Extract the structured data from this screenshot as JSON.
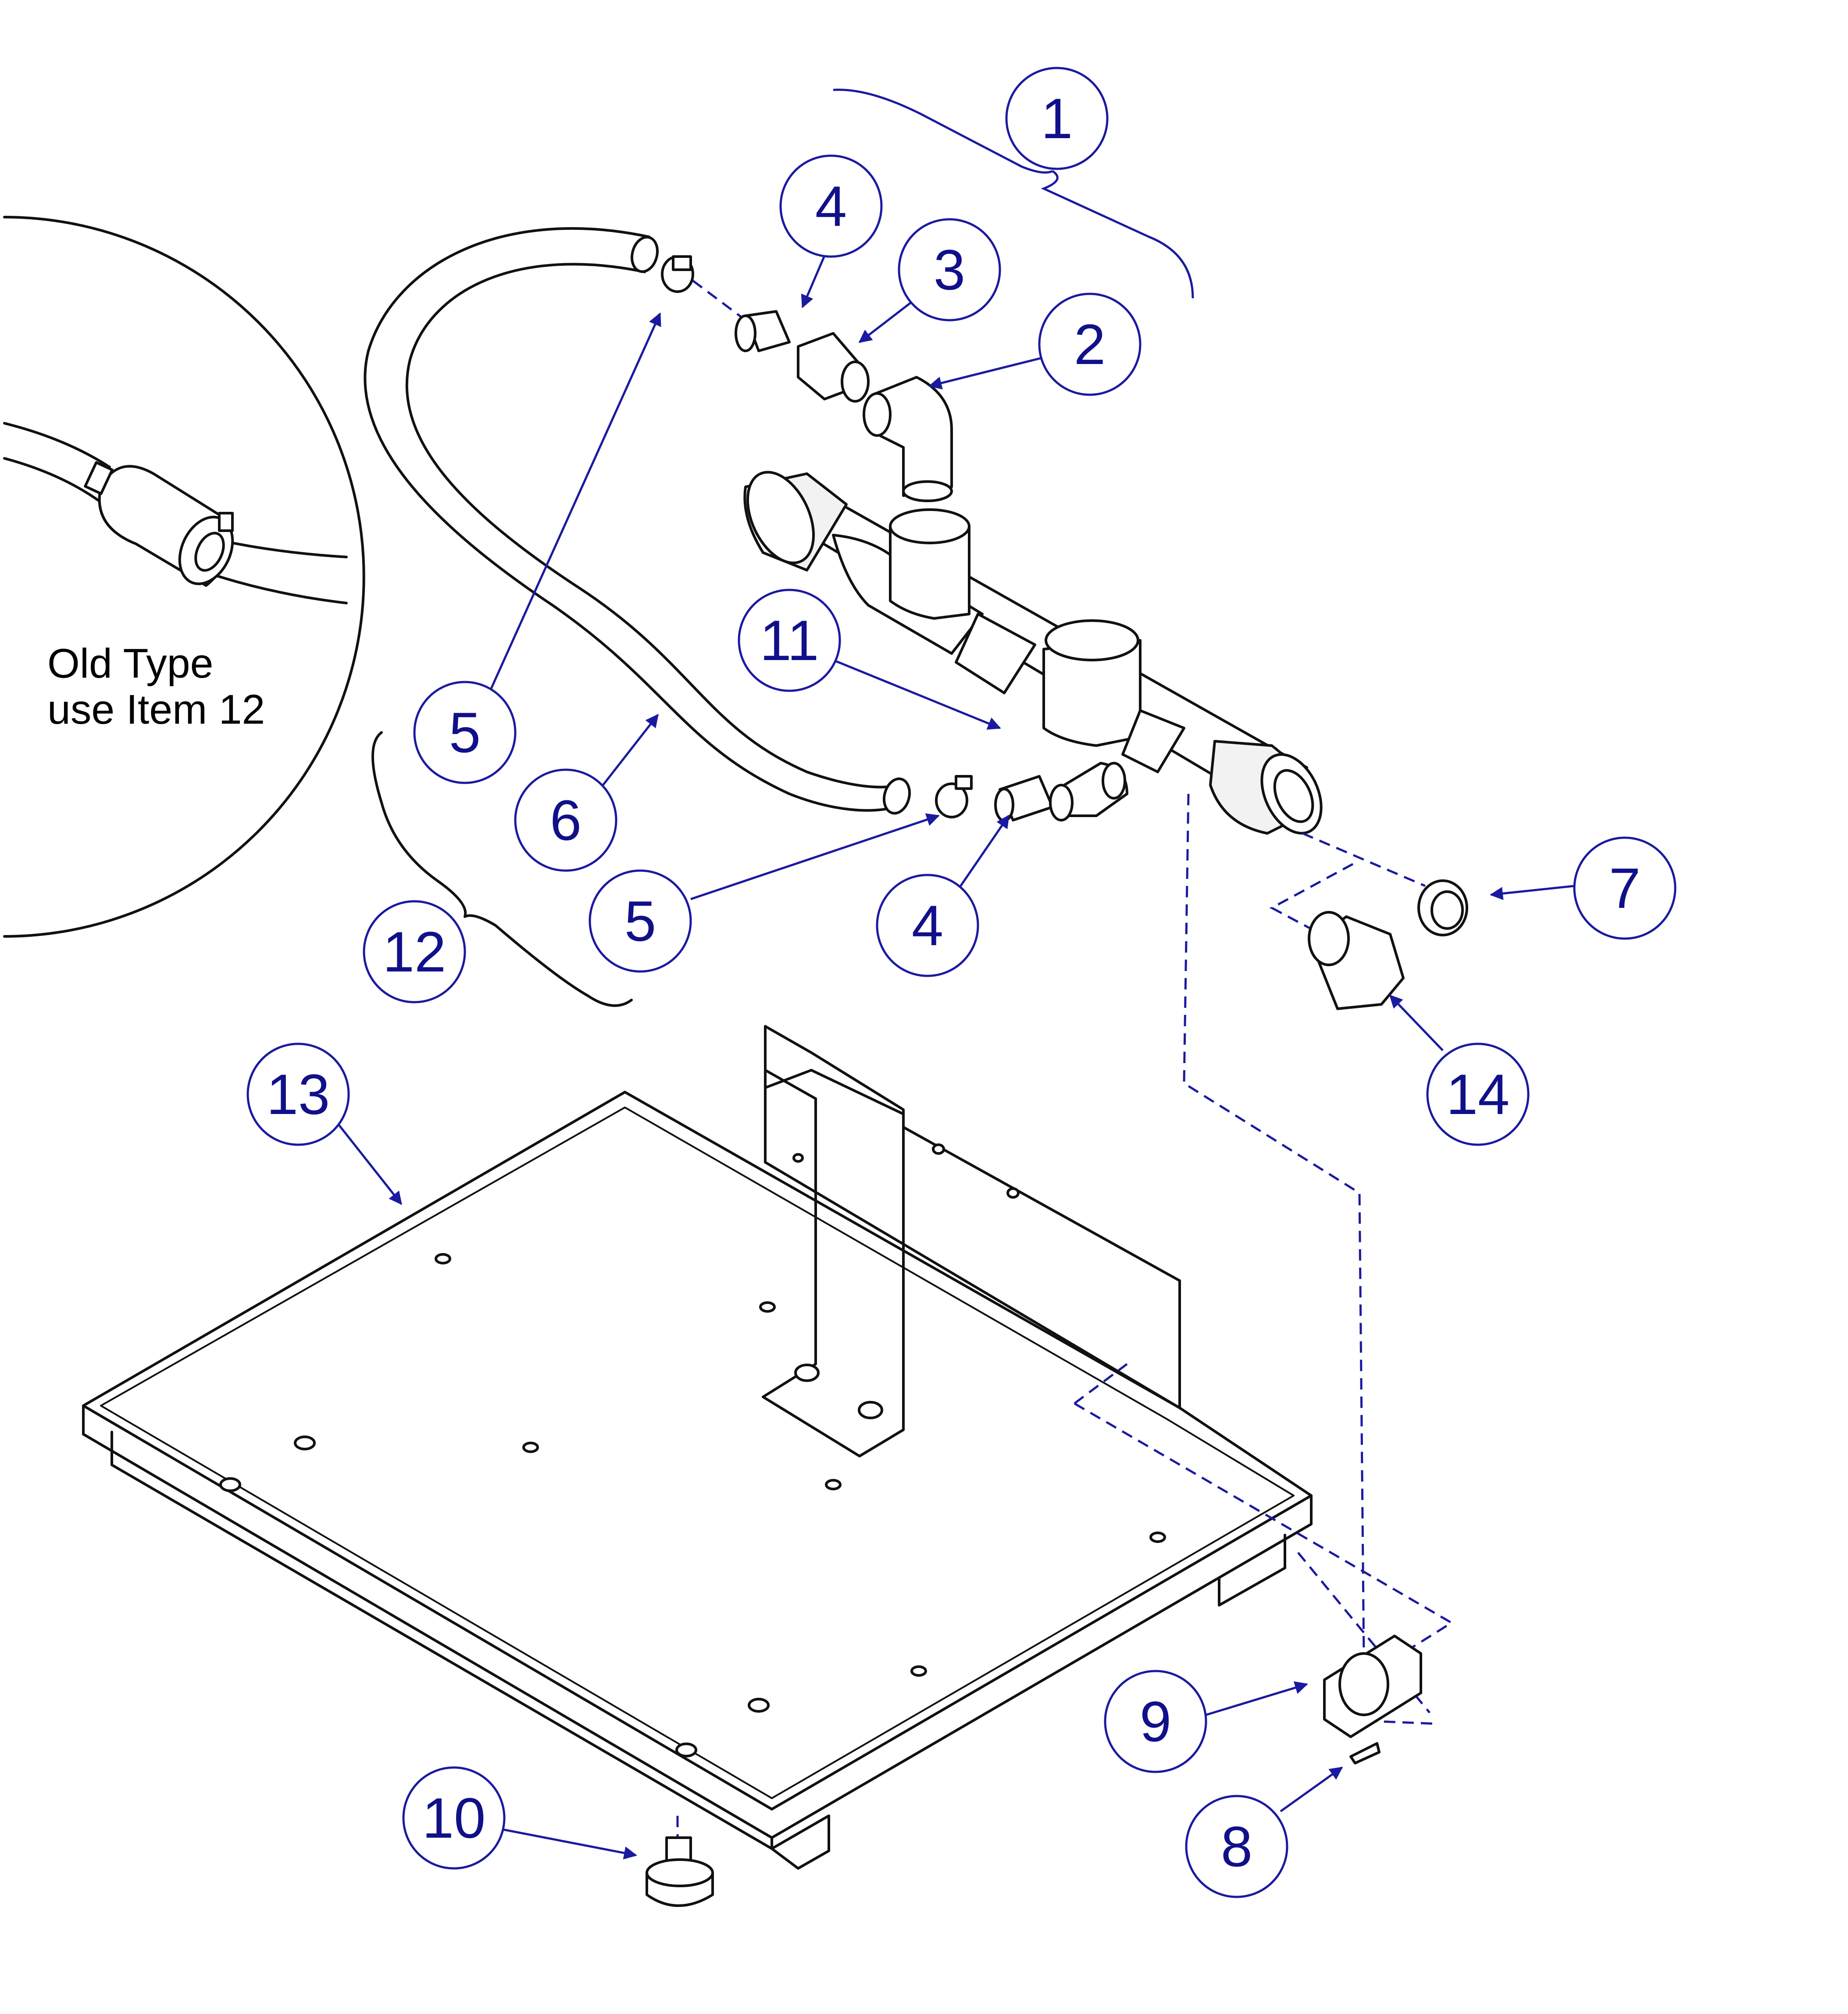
{
  "note": {
    "line1": "Old Type",
    "line2": "use Item 12"
  },
  "callouts": [
    "1",
    "4",
    "3",
    "2",
    "11",
    "5",
    "6",
    "5",
    "4",
    "7",
    "12",
    "14",
    "13",
    "9",
    "10",
    "8"
  ],
  "colors": {
    "callout": "#1a1aa0",
    "linework": "#111111"
  }
}
